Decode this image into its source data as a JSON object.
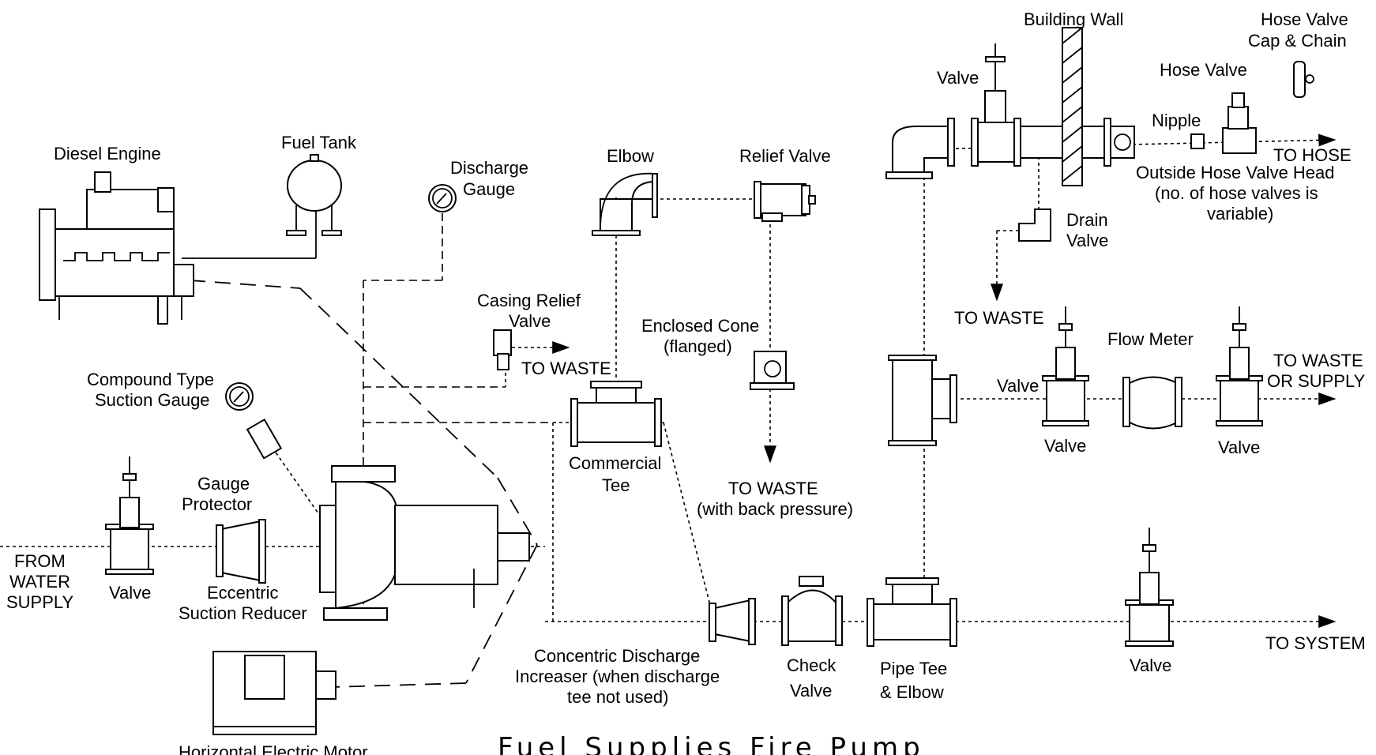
{
  "diagram": {
    "title": "Fuel Supplies Fire Pump",
    "labels": {
      "diesel_engine": "Diesel Engine",
      "fuel_tank": "Fuel Tank",
      "discharge_gauge_1": "Discharge",
      "discharge_gauge_2": "Gauge",
      "elbow": "Elbow",
      "relief_valve": "Relief Valve",
      "building_wall": "Building Wall",
      "hose_valve_cap_1": "Hose Valve",
      "hose_valve_cap_2": "Cap & Chain",
      "hose_valve": "Hose Valve",
      "valve_top": "Valve",
      "nipple": "Nipple",
      "to_hose": "TO HOSE",
      "outside_head_1": "Outside Hose Valve Head",
      "outside_head_2": "(no. of hose valves is",
      "outside_head_3": "variable)",
      "drain_valve_1": "Drain",
      "drain_valve_2": "Valve",
      "casing_relief_1": "Casing Relief",
      "casing_relief_2": "Valve",
      "to_waste_casing": "TO WASTE",
      "enclosed_cone_1": "Enclosed Cone",
      "enclosed_cone_2": "(flanged)",
      "to_waste_drain": "TO WASTE",
      "flow_meter": "Flow Meter",
      "to_waste_supply_1": "TO WASTE",
      "to_waste_supply_2": "OR SUPPLY",
      "valve_fm_left": "Valve",
      "valve_fm_below_left": "Valve",
      "valve_fm_below_right": "Valve",
      "compound_gauge_1": "Compound Type",
      "compound_gauge_2": "Suction Gauge",
      "commercial_tee_1": "Commercial",
      "commercial_tee_2": "Tee",
      "to_waste_relief_1": "TO WASTE",
      "to_waste_relief_2": "(with back pressure)",
      "gauge_protector_1": "Gauge",
      "gauge_protector_2": "Protector",
      "from_supply_1": "FROM",
      "from_supply_2": "WATER",
      "from_supply_3": "SUPPLY",
      "valve_suction": "Valve",
      "eccentric_1": "Eccentric",
      "eccentric_2": "Suction Reducer",
      "concentric_1": "Concentric Discharge",
      "concentric_2": "Increaser (when discharge",
      "concentric_3": "tee not used)",
      "check_valve_1": "Check",
      "check_valve_2": "Valve",
      "pipe_tee_1": "Pipe Tee",
      "pipe_tee_2": "& Elbow",
      "valve_system": "Valve",
      "to_system": "TO SYSTEM",
      "electric_motor": "Horizontal Electric Motor"
    }
  }
}
